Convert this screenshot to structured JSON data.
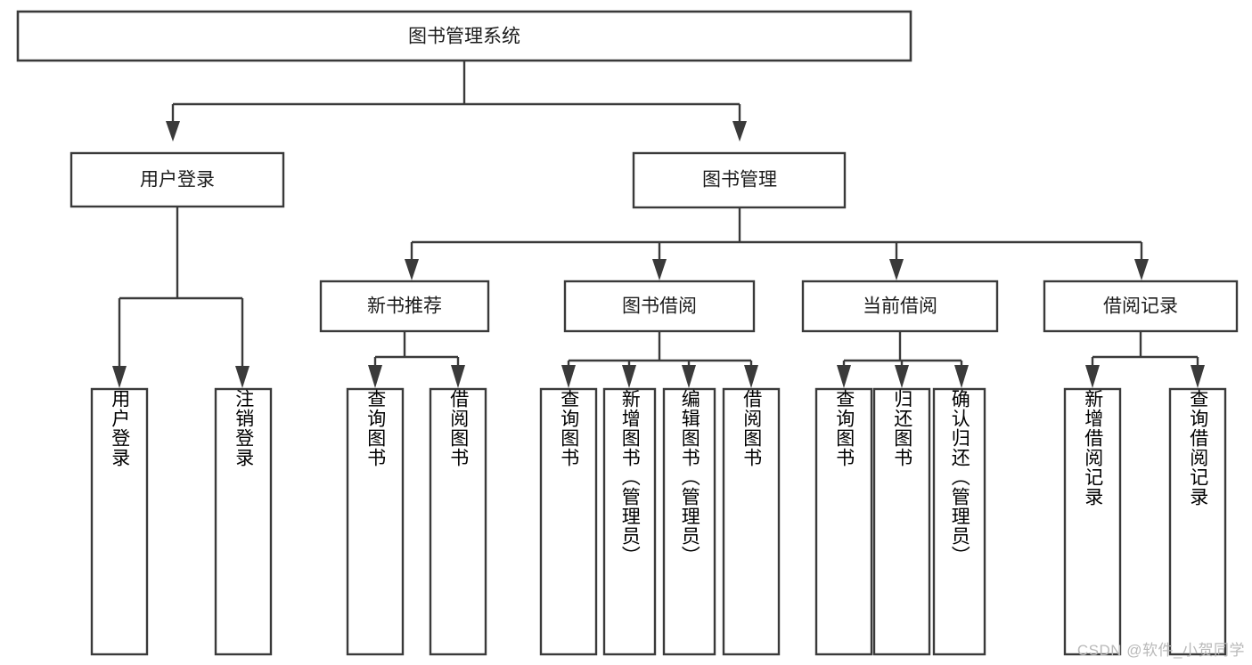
{
  "diagram": {
    "title_node": {
      "label": "图书管理系统"
    },
    "level1": [
      {
        "id": "user-login",
        "label": "用户登录"
      },
      {
        "id": "book-manage",
        "label": "图书管理"
      }
    ],
    "level2": [
      {
        "id": "new-book-recommend",
        "label": "新书推荐"
      },
      {
        "id": "book-borrow",
        "label": "图书借阅"
      },
      {
        "id": "current-borrow",
        "label": "当前借阅"
      },
      {
        "id": "borrow-record",
        "label": "借阅记录"
      }
    ],
    "leaves": {
      "user_login": [
        {
          "id": "leaf-user-login",
          "label": "用户登录"
        },
        {
          "id": "leaf-logout-login",
          "label": "注销登录"
        }
      ],
      "new_book_recommend": [
        {
          "id": "leaf-query-book-1",
          "label": "查询图书"
        },
        {
          "id": "leaf-borrow-book-1",
          "label": "借阅图书"
        }
      ],
      "book_borrow": [
        {
          "id": "leaf-query-book-2",
          "label": "查询图书"
        },
        {
          "id": "leaf-add-book",
          "label": "新增图书（管理员）"
        },
        {
          "id": "leaf-edit-book",
          "label": "编辑图书（管理员）"
        },
        {
          "id": "leaf-borrow-book-2",
          "label": "借阅图书"
        }
      ],
      "current_borrow": [
        {
          "id": "leaf-query-book-3",
          "label": "查询图书"
        },
        {
          "id": "leaf-return-book",
          "label": "归还图书"
        },
        {
          "id": "leaf-confirm-return",
          "label": "确认归还（管理员）"
        }
      ],
      "borrow_record": [
        {
          "id": "leaf-add-record",
          "label": "新增借阅记录"
        },
        {
          "id": "leaf-query-record",
          "label": "查询借阅记录"
        }
      ]
    },
    "watermark": "CSDN @软件_小贺同学",
    "colors": {
      "stroke": "#3a3a3a",
      "fill": "#ffffff",
      "text": "#1c1c1c",
      "watermark": "#b9b9b9"
    }
  }
}
